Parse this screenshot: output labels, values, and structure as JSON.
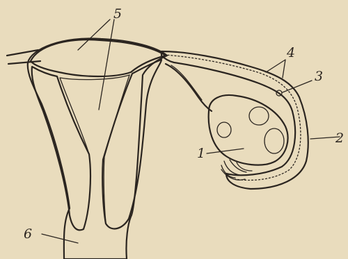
{
  "labels": {
    "one": "1",
    "two": "2",
    "three": "3",
    "four": "4",
    "five": "5",
    "six": "6"
  },
  "colors": {
    "paper": "#e9dcbd",
    "ink": "#2b2520"
  }
}
